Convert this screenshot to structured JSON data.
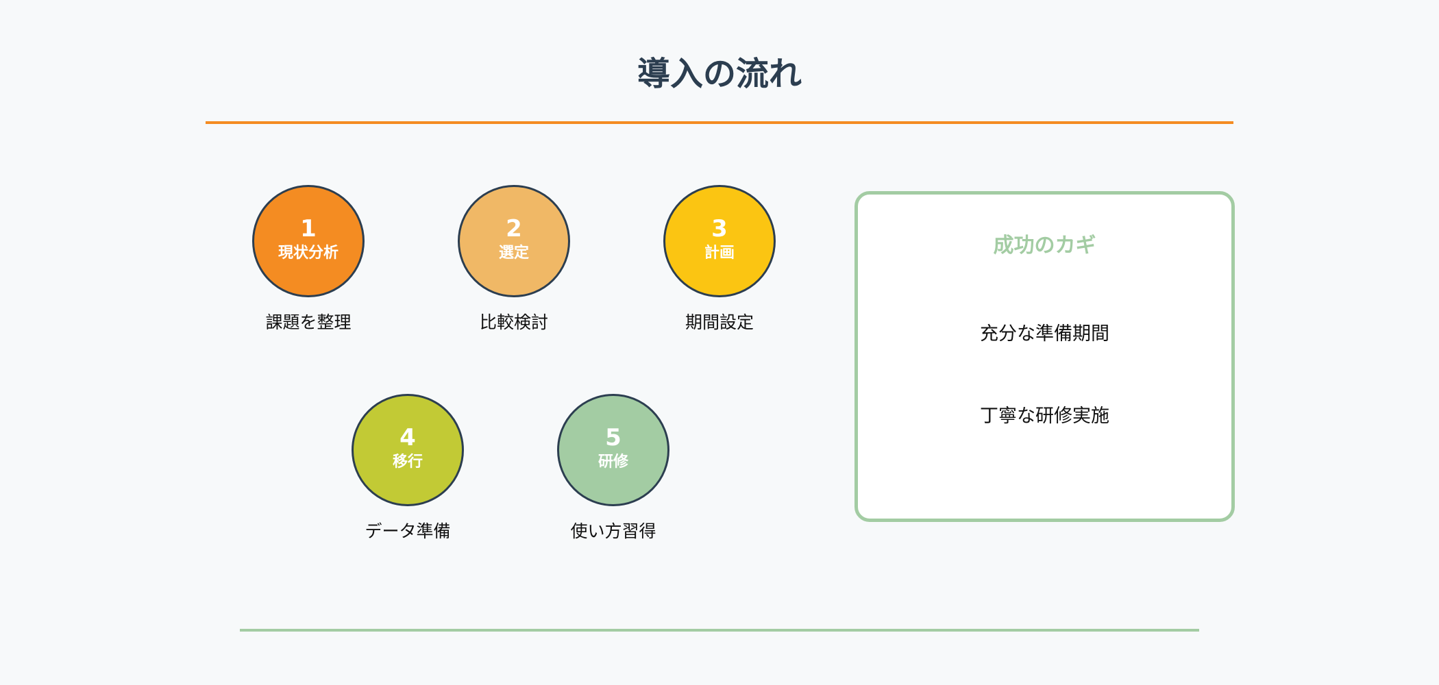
{
  "header": {
    "title": "導入の流れ"
  },
  "colors": {
    "title": "#2c3e50",
    "top_rule": "#f48c22",
    "bottom_rule": "#a3cca3",
    "circle_border": "#2c3e50",
    "card_border": "#a3cca3",
    "background": "#f7f9fa"
  },
  "steps": [
    {
      "number": "1",
      "name": "現状分析",
      "description": "課題を整理",
      "color": "#f48c22"
    },
    {
      "number": "2",
      "name": "選定",
      "description": "比較検討",
      "color": "#f0b866"
    },
    {
      "number": "3",
      "name": "計画",
      "description": "期間設定",
      "color": "#fbc512"
    },
    {
      "number": "4",
      "name": "移行",
      "description": "データ準備",
      "color": "#c2ca35"
    },
    {
      "number": "5",
      "name": "研修",
      "description": "使い方習得",
      "color": "#a3cca3"
    }
  ],
  "key_points": {
    "title": "成功のカギ",
    "items": [
      "充分な準備期間",
      "丁寧な研修実施"
    ]
  }
}
